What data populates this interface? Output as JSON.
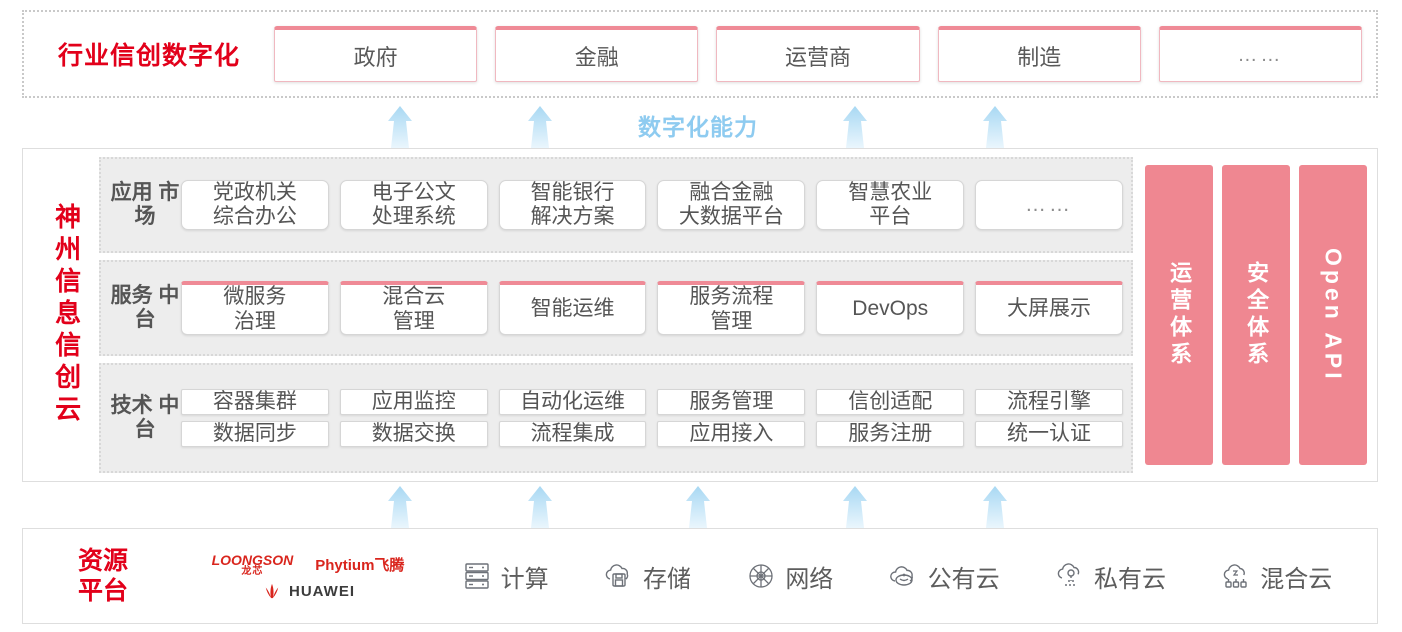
{
  "industry": {
    "title": "行业信创数字化",
    "cards": [
      "政府",
      "金融",
      "运营商",
      "制造",
      "……"
    ]
  },
  "capability": {
    "label": "数字化能力",
    "arrow_count": 4,
    "arrow_color": "#bfe2f7"
  },
  "cloud": {
    "title": "神州信息信创云",
    "layers": [
      {
        "label": "应用\n市场",
        "cells": [
          "党政机关\n综合办公",
          "电子公文\n处理系统",
          "智能银行\n解决方案",
          "融合金融\n大数据平台",
          "智慧农业\n平台",
          "……"
        ]
      },
      {
        "label": "服务\n中台",
        "cells": [
          "微服务\n治理",
          "混合云\n管理",
          "智能运维",
          "服务流程\n管理",
          "DevOps",
          "大屏展示"
        ]
      },
      {
        "label": "技术\n中台",
        "row1": [
          "容器集群",
          "应用监控",
          "自动化运维",
          "服务管理",
          "信创适配",
          "流程引擎"
        ],
        "row2": [
          "数据同步",
          "数据交换",
          "流程集成",
          "应用接入",
          "服务注册",
          "统一认证"
        ]
      }
    ],
    "pillars": [
      "运营体系",
      "安全体系",
      "Open API"
    ],
    "pillar_color": "#ef8791"
  },
  "resource": {
    "title": "资源\n平台",
    "logos": [
      {
        "name": "loongson-logo",
        "en": "LOONGSON",
        "cn": "龙芯"
      },
      {
        "name": "phytium-logo",
        "text": "Phytium飞腾"
      },
      {
        "name": "huawei-logo",
        "text": "HUAWEI"
      }
    ],
    "items": [
      {
        "icon": "server-icon",
        "label": "计算"
      },
      {
        "icon": "storage-icon",
        "label": "存储"
      },
      {
        "icon": "network-icon",
        "label": "网络"
      },
      {
        "icon": "public-cloud-icon",
        "label": "公有云"
      },
      {
        "icon": "private-cloud-icon",
        "label": "私有云"
      },
      {
        "icon": "hybrid-cloud-icon",
        "label": "混合云"
      }
    ],
    "arrow_count": 5
  },
  "colors": {
    "brand_red": "#e2001a",
    "pink": "#ef8791",
    "arrow_blue": "#bfe2f7",
    "band_gray": "#ededed"
  }
}
